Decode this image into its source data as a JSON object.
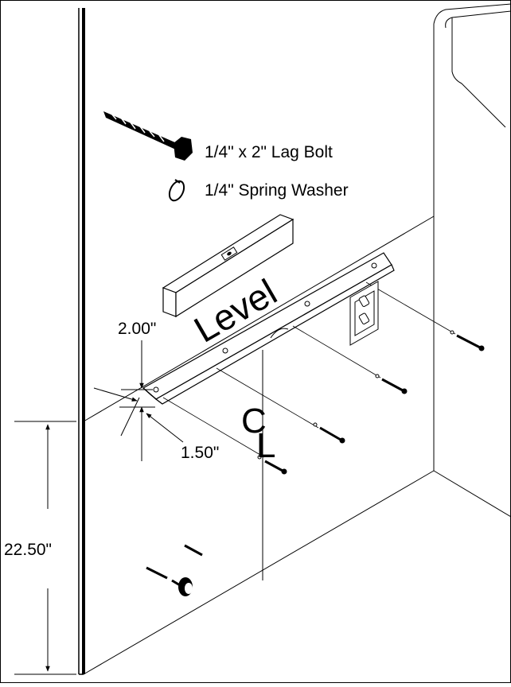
{
  "legend": {
    "bolt_label": "1/4\" x 2\" Lag Bolt",
    "washer_label": "1/4\" Spring Washer"
  },
  "tool": {
    "level_label": "Level"
  },
  "dimensions": {
    "bracket_height": "2.00\"",
    "centerline_offset": "1.50\"",
    "mount_height": "22.50\""
  },
  "symbols": {
    "centerline_c": "C",
    "centerline_l": "L"
  },
  "colors": {
    "line": "#000000",
    "background": "#ffffff"
  }
}
